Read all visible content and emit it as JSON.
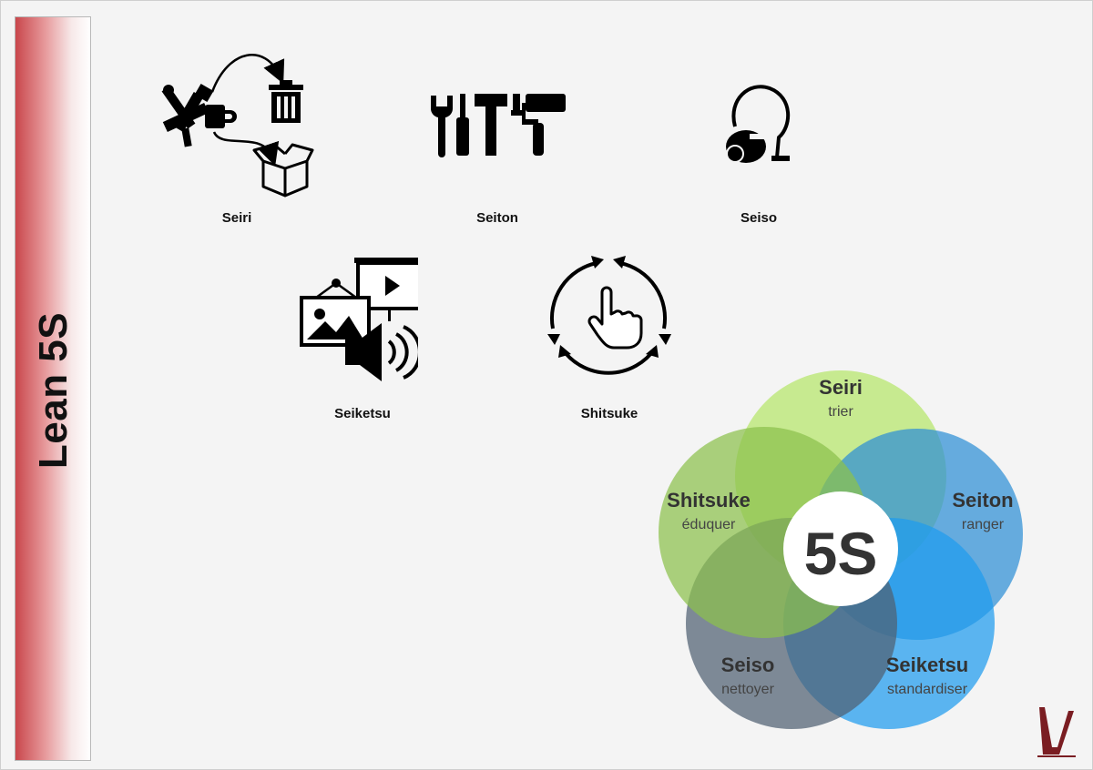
{
  "sidebar": {
    "title": "Lean 5S"
  },
  "icons": [
    {
      "label": "Seiri",
      "icon": "sort-discard-icon"
    },
    {
      "label": "Seiton",
      "icon": "tools-set-icon"
    },
    {
      "label": "Seiso",
      "icon": "vacuum-cleaner-icon"
    },
    {
      "label": "Seiketsu",
      "icon": "media-standards-icon"
    },
    {
      "label": "Shitsuke",
      "icon": "cycle-hand-icon"
    }
  ],
  "venn": {
    "center": "5S",
    "circles": [
      {
        "name": "Seiri",
        "sub": "trier",
        "color": "#b5e66a"
      },
      {
        "name": "Seiton",
        "sub": "ranger",
        "color": "#2e8fd6"
      },
      {
        "name": "Seiketsu",
        "sub": "standardiser",
        "color": "#1e9bef"
      },
      {
        "name": "Seiso",
        "sub": "nettoyer",
        "color": "#4f6072"
      },
      {
        "name": "Shitsuke",
        "sub": "éduquer",
        "color": "#8cc04c"
      }
    ]
  }
}
